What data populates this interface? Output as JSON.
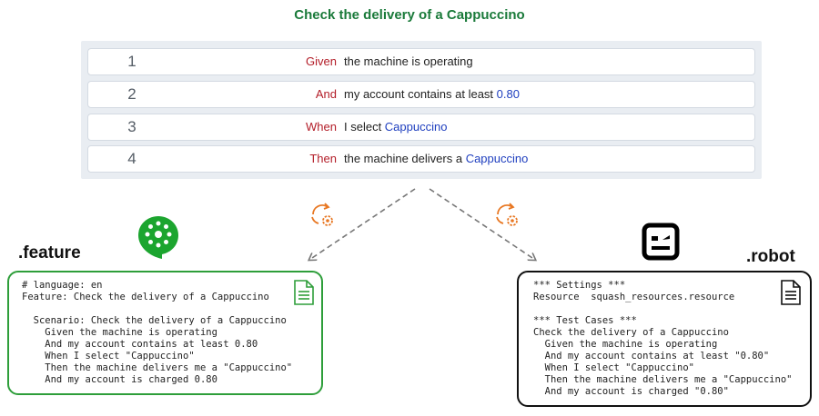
{
  "title": "Check the delivery of a Cappuccino",
  "steps": [
    {
      "number": "1",
      "keyword": "Given",
      "text": "the machine is operating",
      "param": ""
    },
    {
      "number": "2",
      "keyword": "And",
      "text": "my account contains at least ",
      "param": "0.80"
    },
    {
      "number": "3",
      "keyword": "When",
      "text": "I select ",
      "param": "Cappuccino"
    },
    {
      "number": "4",
      "keyword": "Then",
      "text": "the machine delivers a ",
      "param": "Cappuccino"
    }
  ],
  "feature": {
    "label": ".feature",
    "lines": [
      "# language: en",
      "Feature: Check the delivery of a Cappuccino",
      "",
      "  Scenario: Check the delivery of a Cappuccino",
      "    Given the machine is operating",
      "    And my account contains at least 0.80",
      "    When I select \"Cappuccino\"",
      "    Then the machine delivers me a \"Cappuccino\"",
      "    And my account is charged 0.80"
    ]
  },
  "robot": {
    "label": ".robot",
    "lines": [
      "*** Settings ***",
      "Resource  squash_resources.resource",
      "",
      "*** Test Cases ***",
      "Check the delivery of a Cappuccino",
      "  Given the machine is operating",
      "  And my account contains at least \"0.80\"",
      "  When I select \"Cappuccino\"",
      "  Then the machine delivers me a \"Cappuccino\"",
      "  And my account is charged \"0.80\""
    ]
  },
  "icons": {
    "cucumber_logo": "cucumber-logo-icon",
    "robot_logo": "robot-framework-logo-icon",
    "document": "document-icon",
    "sync": "sync-gear-icon"
  },
  "colors": {
    "title": "#1a7a3a",
    "keyword": "#b31d28",
    "param": "#1f3fbf",
    "feature_border": "#2e9e3a",
    "robot_border": "#111111",
    "sync_orange": "#e87722",
    "arrow": "#777777"
  }
}
